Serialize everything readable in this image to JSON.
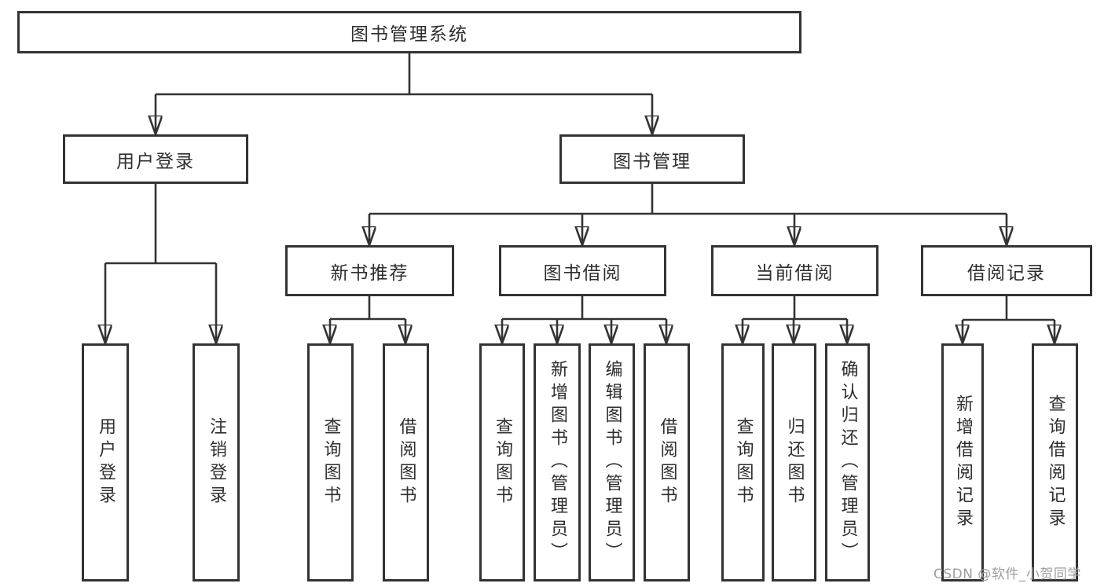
{
  "diagram": {
    "type": "hierarchy-tree",
    "nodes": {
      "root": "图书管理系统",
      "l1": [
        "用户登录",
        "图书管理"
      ],
      "l2": [
        "新书推荐",
        "图书借阅",
        "当前借阅",
        "借阅记录"
      ],
      "leaves": [
        "用户登录",
        "注销登录",
        "查询图书",
        "借阅图书",
        "查询图书",
        "新增图书（管理员）",
        "编辑图书（管理员）",
        "借阅图书",
        "查询图书",
        "归还图书",
        "确认归还（管理员）",
        "新增借阅记录",
        "查询借阅记录"
      ]
    },
    "edges": [
      {
        "from": "图书管理系统",
        "to": "用户登录"
      },
      {
        "from": "图书管理系统",
        "to": "图书管理"
      },
      {
        "from": "用户登录",
        "to": "用户登录(叶)"
      },
      {
        "from": "用户登录",
        "to": "注销登录"
      },
      {
        "from": "图书管理",
        "to": "新书推荐"
      },
      {
        "from": "图书管理",
        "to": "图书借阅"
      },
      {
        "from": "图书管理",
        "to": "当前借阅"
      },
      {
        "from": "图书管理",
        "to": "借阅记录"
      },
      {
        "from": "新书推荐",
        "to": "查询图书"
      },
      {
        "from": "新书推荐",
        "to": "借阅图书"
      },
      {
        "from": "图书借阅",
        "to": "查询图书"
      },
      {
        "from": "图书借阅",
        "to": "新增图书（管理员）"
      },
      {
        "from": "图书借阅",
        "to": "编辑图书（管理员）"
      },
      {
        "from": "图书借阅",
        "to": "借阅图书"
      },
      {
        "from": "当前借阅",
        "to": "查询图书"
      },
      {
        "from": "当前借阅",
        "to": "归还图书"
      },
      {
        "from": "当前借阅",
        "to": "确认归还（管理员）"
      },
      {
        "from": "借阅记录",
        "to": "新增借阅记录"
      },
      {
        "from": "借阅记录",
        "to": "查询借阅记录"
      }
    ],
    "colors": {
      "line": "#333333",
      "text": "#2e2e2e",
      "box_background": "#ffffff",
      "watermark": "#9e9e9e",
      "page_background": "#ffffff"
    }
  },
  "watermark": {
    "text": "CSDN @软件_小贺同学"
  }
}
